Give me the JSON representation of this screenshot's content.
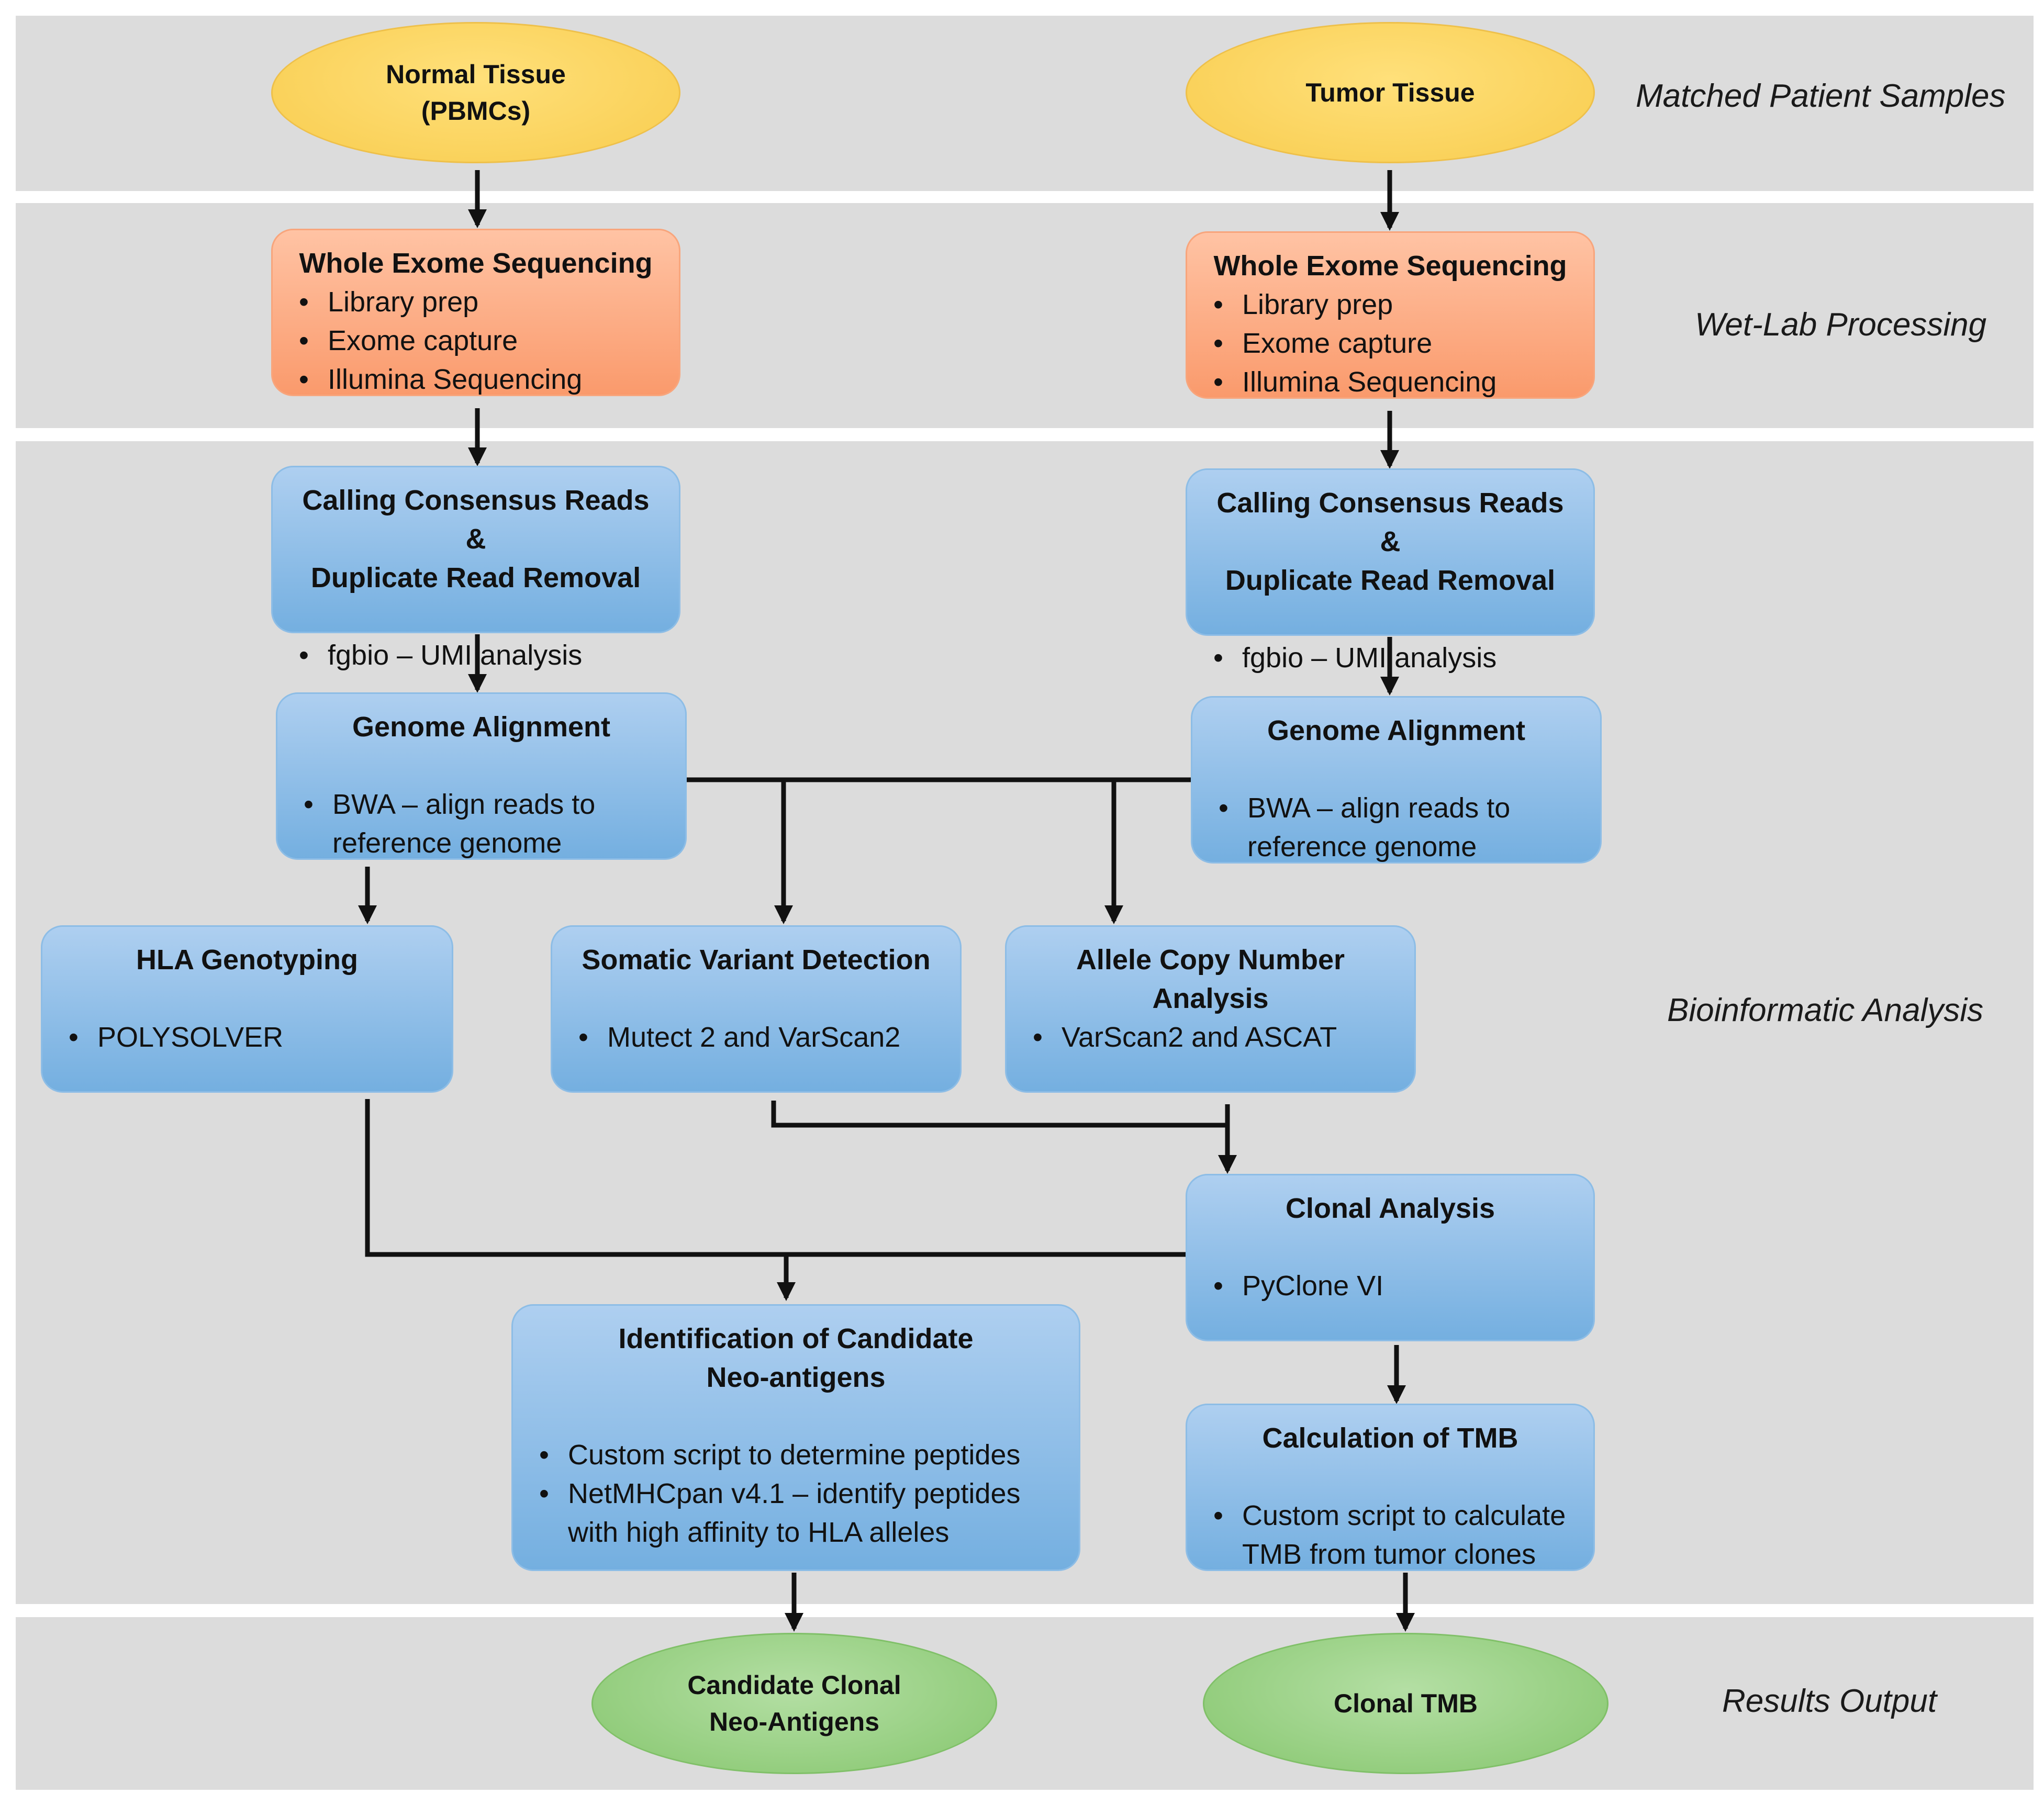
{
  "bands": {
    "samples": "Matched Patient Samples",
    "wetlab": "Wet-Lab Processing",
    "bioinformatic": "Bioinformatic Analysis",
    "results": "Results Output"
  },
  "samples": {
    "normal": {
      "line1": "Normal Tissue",
      "line2": "(PBMCs)"
    },
    "tumor": {
      "line1": "Tumor Tissue"
    }
  },
  "wes": {
    "title": "Whole Exome Sequencing",
    "items": [
      "Library prep",
      "Exome capture",
      "Illumina Sequencing"
    ]
  },
  "consensus": {
    "title_line1": "Calling Consensus Reads &",
    "title_line2": "Duplicate Read Removal",
    "items": [
      "fgbio – UMI analysis"
    ]
  },
  "alignment": {
    "title": "Genome Alignment",
    "items": [
      "BWA – align reads to reference genome"
    ]
  },
  "hla": {
    "title": "HLA Genotyping",
    "items": [
      "POLYSOLVER"
    ]
  },
  "somatic": {
    "title": "Somatic Variant Detection",
    "items": [
      "Mutect 2 and VarScan2"
    ]
  },
  "copy_number": {
    "title_line1": "Allele Copy Number",
    "title_line2": "Analysis",
    "items": [
      "VarScan2 and ASCAT"
    ]
  },
  "clonal": {
    "title": "Clonal Analysis",
    "items": [
      "PyClone VI"
    ]
  },
  "neoantigen": {
    "title_line1": "Identification of Candidate",
    "title_line2": "Neo-antigens",
    "items": [
      "Custom script to determine peptides",
      "NetMHCpan v4.1 – identify peptides with high affinity to HLA alleles"
    ]
  },
  "tmb": {
    "title": "Calculation of TMB",
    "items": [
      "Custom script to calculate TMB from tumor clones"
    ]
  },
  "outputs": {
    "neoantigens": {
      "line1": "Candidate Clonal",
      "line2": "Neo-Antigens"
    },
    "tmb": {
      "line1": "Clonal TMB"
    }
  }
}
